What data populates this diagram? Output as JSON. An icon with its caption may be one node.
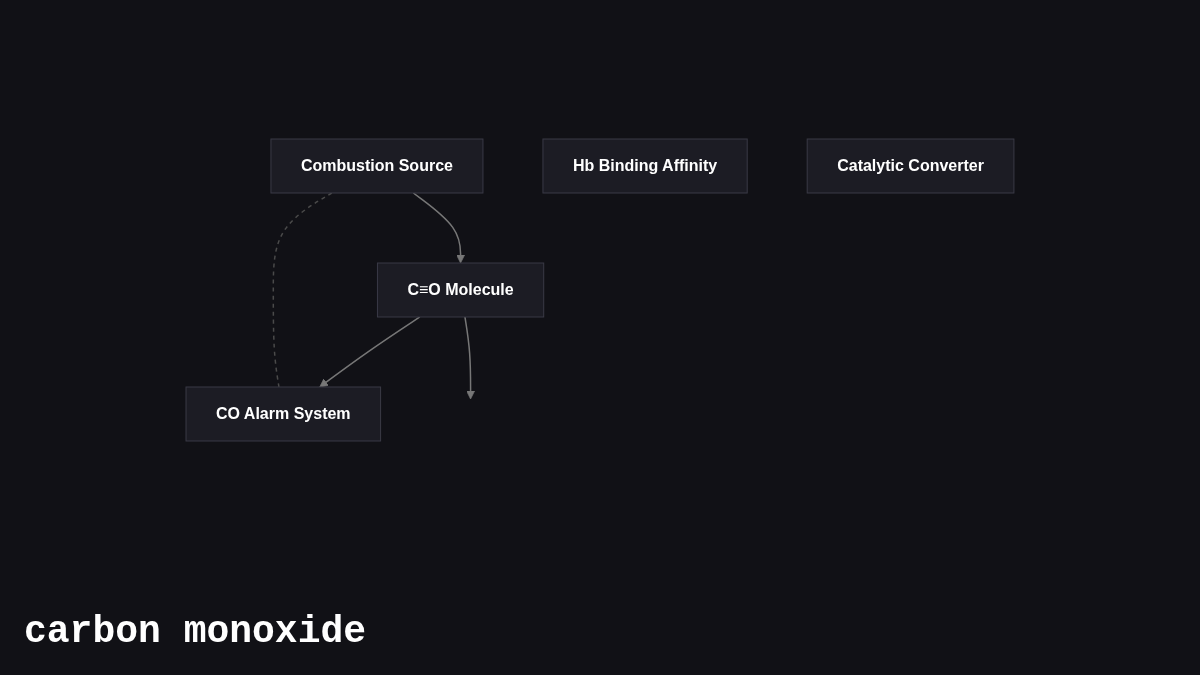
{
  "diagram": {
    "title": "carbon monoxide",
    "nodes": [
      {
        "text": [
          "Combustion Source"
        ]
      },
      {
        "text": [
          "C≡O Molecule"
        ]
      },
      {
        "text": [
          "CO Alarm System"
        ]
      },
      {
        "text": [
          "Hb Binding Affinity"
        ]
      },
      {
        "text": [
          "Catalytic Converter"
        ]
      }
    ],
    "edges": [
      {
        "from": 0,
        "to": 1,
        "arrow": "to"
      },
      {
        "from": 1,
        "to": 2,
        "arrow": "to"
      },
      {
        "from": 1,
        "to": null,
        "arrow": "to"
      },
      {
        "from": 0,
        "to": 2,
        "arrow": "none",
        "style": "dashed",
        "color": "#4a4a4a"
      }
    ]
  }
}
